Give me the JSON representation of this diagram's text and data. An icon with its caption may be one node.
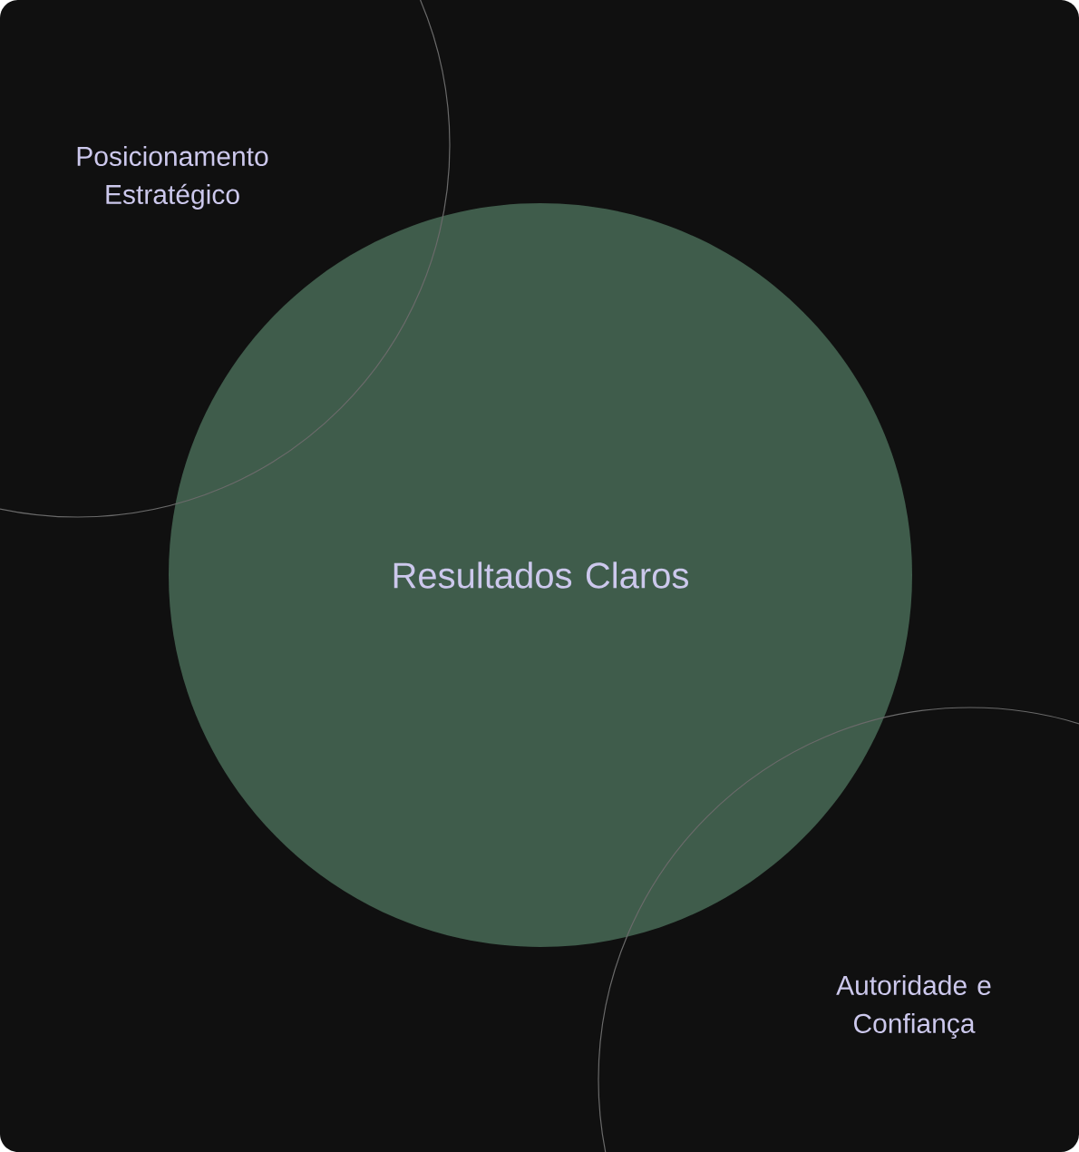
{
  "diagram": {
    "nodes": [
      {
        "text": [
          "Posicionamento Estratégico"
        ]
      },
      {
        "text": [
          "Resultados Claros"
        ]
      },
      {
        "text": [
          "Autoridade e Confiança"
        ]
      }
    ]
  }
}
